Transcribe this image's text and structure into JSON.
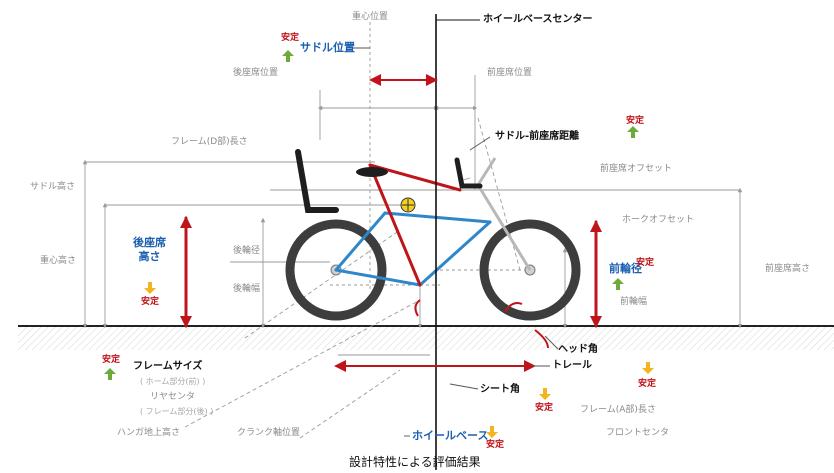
{
  "labels": {
    "cg_position": "重心位置",
    "wheelbase_center": "ホイールベースセンター",
    "saddle_position": "サドル位置",
    "rear_seat_position": "後座席位置",
    "front_seat_position": "前座席位置",
    "frame_d_length": "フレーム(D部)長さ",
    "saddle_front_seat_distance": "サドル-前座席距離",
    "front_seat_offset": "前座席オフセット",
    "saddle_height": "サドル高さ",
    "fork_offset": "ホークオフセット",
    "cg_height": "重心高さ",
    "rear_seat_height": "後座席\n高さ",
    "rear_wheel_diameter": "後輪径",
    "rear_wheel_width": "後輪幅",
    "front_wheel_diameter": "前輪径",
    "front_wheel_width": "前輪幅",
    "front_seat_height": "前座席高さ",
    "frame_size": "フレームサイズ",
    "frame_size_sub": "( ホーム部分(前) )",
    "rear_center": "リヤセンタ",
    "rear_center_sub": "( フレーム部分(後) )",
    "bb_height": "ハンガ地上高さ",
    "crank_axle_position": "クランク軸位置",
    "wheelbase": "ホイールベース",
    "seat_angle": "シート角",
    "head_angle": "ヘッド角",
    "trail": "トレール",
    "frame_a_length": "フレーム(A部)長さ",
    "front_center": "フロントセンタ",
    "stable": "安定",
    "caption": "設計特性による評価結果"
  },
  "colors": {
    "red": "#c0141b",
    "blue": "#2f86c8",
    "green_arrow": "#6cab3a",
    "yellow_arrow": "#f2b51e",
    "dim_gray": "#9a9a9a",
    "tire": "#3d3d3d",
    "ground": "#222222"
  },
  "icons": {
    "stable_up": "green-up-arrow",
    "stable_down": "yellow-down-arrow",
    "center_of_gravity": "cg-marker"
  }
}
